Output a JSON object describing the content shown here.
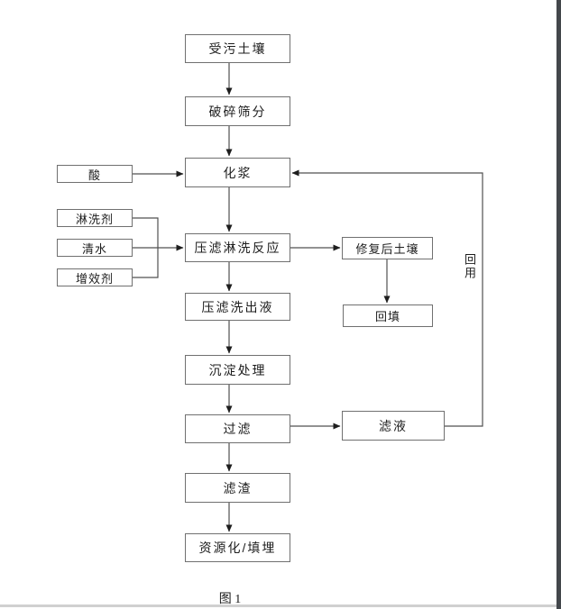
{
  "diagram": {
    "caption": "图 1",
    "nodes": {
      "contaminated_soil": "受污土壤",
      "crush_screen": "破碎筛分",
      "slurry": "化浆",
      "acid": "酸",
      "washing_agent": "淋洗剂",
      "clean_water": "清水",
      "synergist": "增效剂",
      "press_wash_reaction": "压滤淋洗反应",
      "remediated_soil": "修复后土壤",
      "backfill": "回填",
      "press_wash_effluent": "压滤洗出液",
      "precipitation": "沉淀处理",
      "filtration": "过滤",
      "filtrate": "滤液",
      "filter_residue": "滤渣",
      "resource_landfill": "资源化/填埋"
    },
    "edge_labels": {
      "reuse": "回用"
    },
    "colors": {
      "box_border": "#707070",
      "connector_line": "#505050",
      "arrowhead": "#1e1e1e",
      "text": "#1d1d1d",
      "right_edge_bar": "#43474b",
      "bottom_rule": "#d0d0d0"
    }
  }
}
